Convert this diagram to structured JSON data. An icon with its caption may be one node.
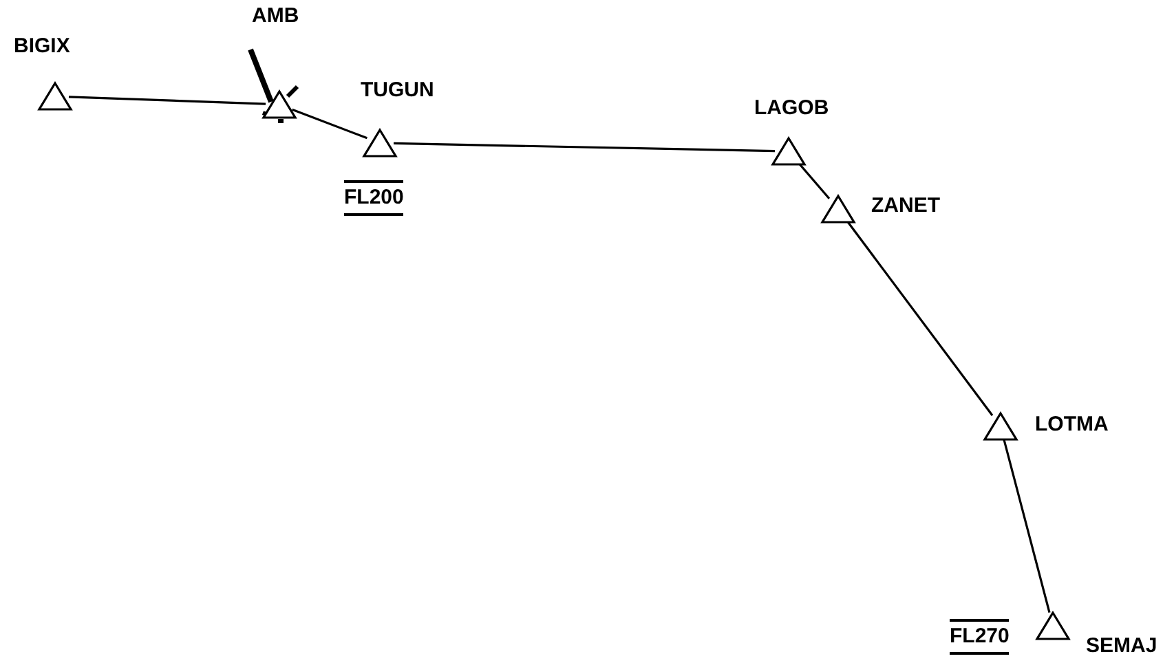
{
  "diagram": {
    "nodes": [
      {
        "text": [
          "BIGIX"
        ]
      },
      {
        "text": [
          "AMB"
        ]
      },
      {
        "text": [
          "TUGUN"
        ],
        "beside": [
          "FL200"
        ]
      },
      {
        "text": [
          "LAGOB"
        ]
      },
      {
        "text": [
          "ZANET"
        ]
      },
      {
        "text": [
          "LOTMA"
        ]
      },
      {
        "text": [
          "SEMAJ"
        ],
        "beside": [
          "FL270"
        ]
      }
    ],
    "edges": [
      {
        "from": 0,
        "to": 1,
        "arrow": "none"
      },
      {
        "from": 1,
        "to": 2,
        "arrow": "none"
      },
      {
        "from": 2,
        "to": 3,
        "arrow": "none"
      },
      {
        "from": 3,
        "to": 4,
        "arrow": "none"
      },
      {
        "from": 4,
        "to": 5,
        "arrow": "none"
      },
      {
        "from": 5,
        "to": 6,
        "arrow": "none"
      }
    ]
  }
}
